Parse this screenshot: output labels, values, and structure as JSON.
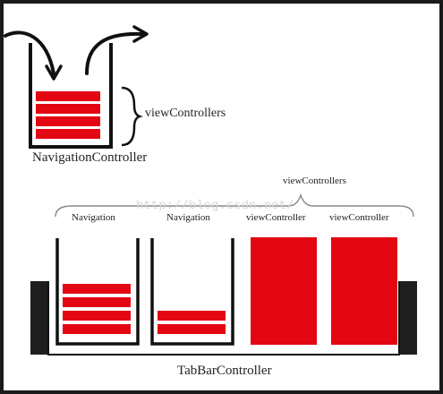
{
  "top": {
    "brace_label": "viewControllers",
    "container_label": "NavigationController"
  },
  "bottom": {
    "group_label": "viewControllers",
    "slot_labels": [
      "Navigation",
      "Navigation",
      "viewController",
      "viewController"
    ],
    "container_label": "TabBarController"
  },
  "watermark": "http://blog.csdn.net/",
  "colors": {
    "red": "#e30613",
    "ink": "#111111",
    "background": "#ffffff"
  }
}
